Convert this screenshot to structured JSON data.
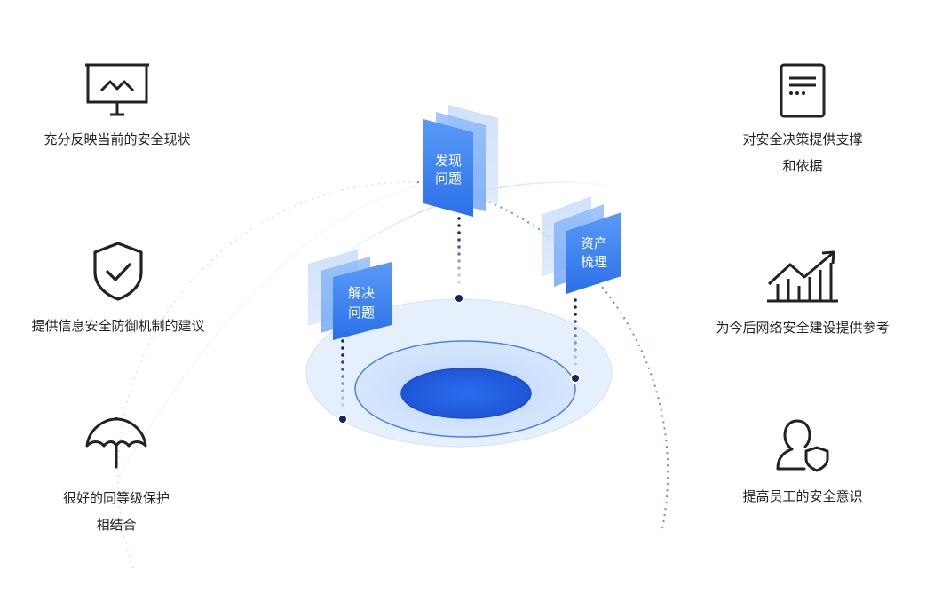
{
  "left_items": [
    {
      "label": "充分反映当前的安全现状",
      "icon": "presentation-chart-icon"
    },
    {
      "label": "提供信息安全防御机制的建议",
      "icon": "shield-check-icon"
    },
    {
      "label_line1": "很好的同等级保护",
      "label_line2": "相结合",
      "icon": "umbrella-icon"
    }
  ],
  "right_items": [
    {
      "label_line1": "对安全决策提供支撑",
      "label_line2": "和依据",
      "icon": "document-icon"
    },
    {
      "label": "为今后网络安全建设提供参考",
      "icon": "growth-chart-icon"
    },
    {
      "label": "提高员工的安全意识",
      "icon": "user-shield-icon"
    }
  ],
  "center": {
    "cards": [
      {
        "line1": "发现",
        "line2": "问题"
      },
      {
        "line1": "资产",
        "line2": "梳理"
      },
      {
        "line1": "解决",
        "line2": "问题"
      }
    ]
  },
  "colors": {
    "card_blue": "#2f7bf0",
    "card_blue_light": "#6aa6f8",
    "ring_outer": "#e3edfc",
    "ring_inner": "#2563e0",
    "dot_navy": "#1a1f6e",
    "text": "#1f2329"
  }
}
